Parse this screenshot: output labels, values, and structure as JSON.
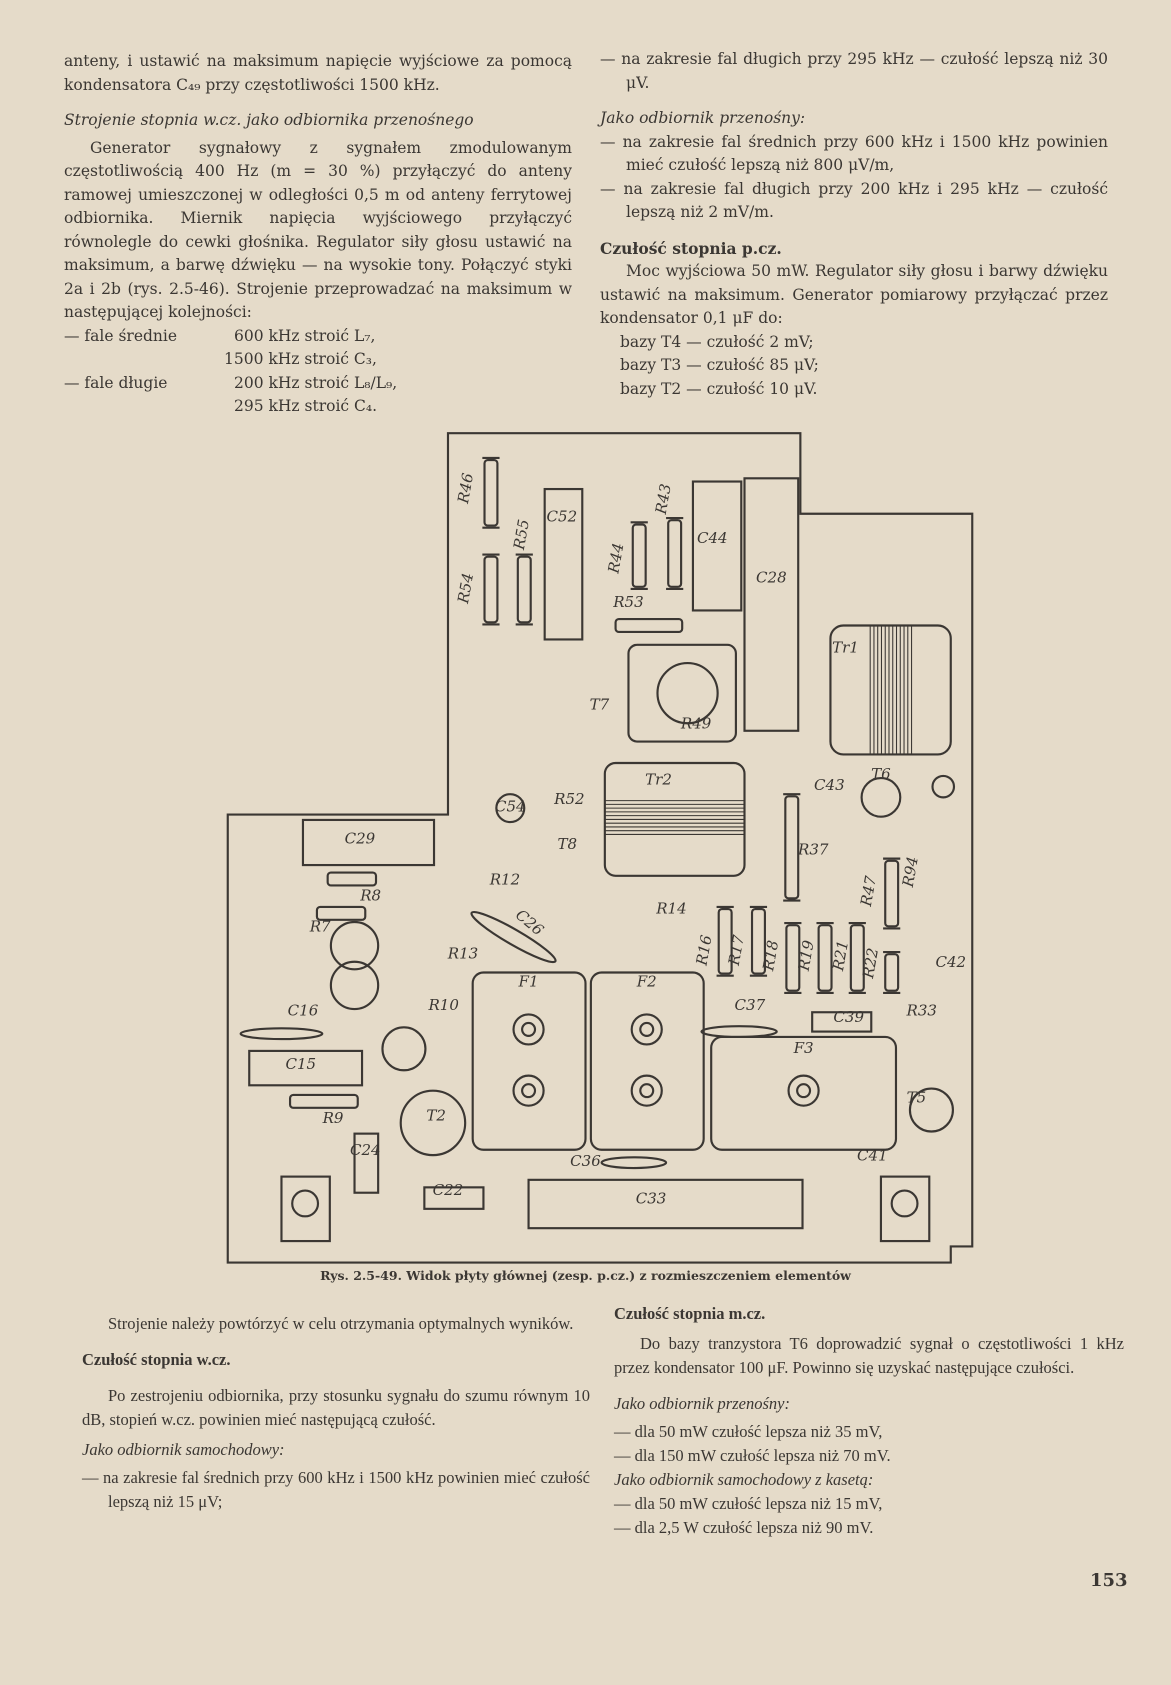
{
  "top_left": {
    "p1": "anteny, i ustawić na maksimum napięcie wyjściowe za pomocą kondensatora C₄₉ przy częstotliwości 1500 kHz.",
    "heading": "Strojenie stopnia w.cz. jako odbiornika przenośnego",
    "p2": "Generator sygnałowy z sygnałem zmodulowanym częstotliwością 400 Hz (m = 30 %) przyłączyć do anteny ramowej umieszczonej w odległości 0,5 m od anteny ferrytowej odbiornika. Miernik napięcia wyjściowego przyłączyć równolegle do cewki głośnika. Regulator siły głosu ustawić na maksimum, a barwę dźwięku — na wysokie tony. Połączyć styki 2a i 2b (rys. 2.5-46). Strojenie przeprowadzać na maksimum w następującej kolejności:",
    "table": [
      [
        "— fale średnie",
        "600 kHz stroić L₇,"
      ],
      [
        "",
        "1500 kHz stroić C₃,"
      ],
      [
        "— fale długie",
        "200 kHz stroić L₈/L₉,"
      ],
      [
        "",
        "295 kHz stroić C₄."
      ]
    ]
  },
  "top_right": {
    "item1": "— na zakresie fal długich przy 295 kHz — czułość lepszą niż 30 μV.",
    "heading1": "Jako odbiornik przenośny:",
    "items": [
      "— na zakresie fal średnich przy 600 kHz i 1500 kHz powinien mieć czułość lepszą niż 800 μV/m,",
      "— na zakresie fal długich przy 200 kHz i 295 kHz — czułość lepszą niż 2 mV/m."
    ],
    "heading2": "Czułość stopnia p.cz.",
    "p": "Moc wyjściowa 50 mW. Regulator siły głosu i barwy dźwięku ustawić na maksimum. Generator pomiarowy przyłączać przez kondensator 0,1 μF do:",
    "bases": [
      "bazy T4 — czułość  2 mV;",
      "bazy T3 — czułość 85 μV;",
      "bazy T2 — czułość 10 μV."
    ]
  },
  "figure": {
    "caption": "Rys. 2.5-49. Widok płyty głównej (zesp. p.cz.) z rozmieszczeniem elementów",
    "labels": [
      "R46",
      "R55",
      "C52",
      "R43",
      "R44",
      "C44",
      "C28",
      "R54",
      "R53",
      "Tr1",
      "T7",
      "R49",
      "Tr2",
      "C43",
      "T6",
      "C54",
      "R52",
      "C29",
      "T8",
      "R37",
      "R12",
      "R8",
      "R7",
      "C26",
      "R14",
      "R94",
      "R47",
      "R16",
      "R17",
      "R18",
      "R19",
      "R21",
      "R22",
      "C42",
      "R13",
      "F1",
      "F2",
      "R10",
      "C37",
      "C39",
      "R33",
      "C16",
      "F3",
      "C15",
      "T5",
      "R9",
      "T2",
      "C24",
      "C36",
      "C41",
      "C22",
      "C33"
    ]
  },
  "bottom_left": {
    "p1": "Strojenie należy powtórzyć w celu otrzymania optymalnych wyników.",
    "heading": "Czułość stopnia w.cz.",
    "p2": "Po zestrojeniu odbiornika, przy stosunku sygnału do szumu równym 10 dB, stopień w.cz. powinien mieć następującą czułość.",
    "heading2": "Jako odbiornik samochodowy:",
    "item": "— na zakresie fal średnich przy 600 kHz i 1500 kHz powinien mieć czułość lepszą niż 15 μV;"
  },
  "bottom_right": {
    "heading": "Czułość stopnia m.cz.",
    "p": "Do bazy tranzystora T6 doprowadzić sygnał o częstotliwości 1 kHz przez kondensator 100 μF. Powinno się uzyskać następujące czułości.",
    "heading2": "Jako odbiornik przenośny:",
    "items1": [
      "— dla  50 mW czułość lepsza niż 35 mV,",
      "— dla 150 mW czułość lepsza niż 70 mV."
    ],
    "heading3": "Jako odbiornik samochodowy z kasetą:",
    "items2": [
      "— dla 50 mW czułość lepsza niż 15 mV,",
      "— dla 2,5 W czułość lepsza niż 90 mV."
    ]
  },
  "page_number": "153"
}
